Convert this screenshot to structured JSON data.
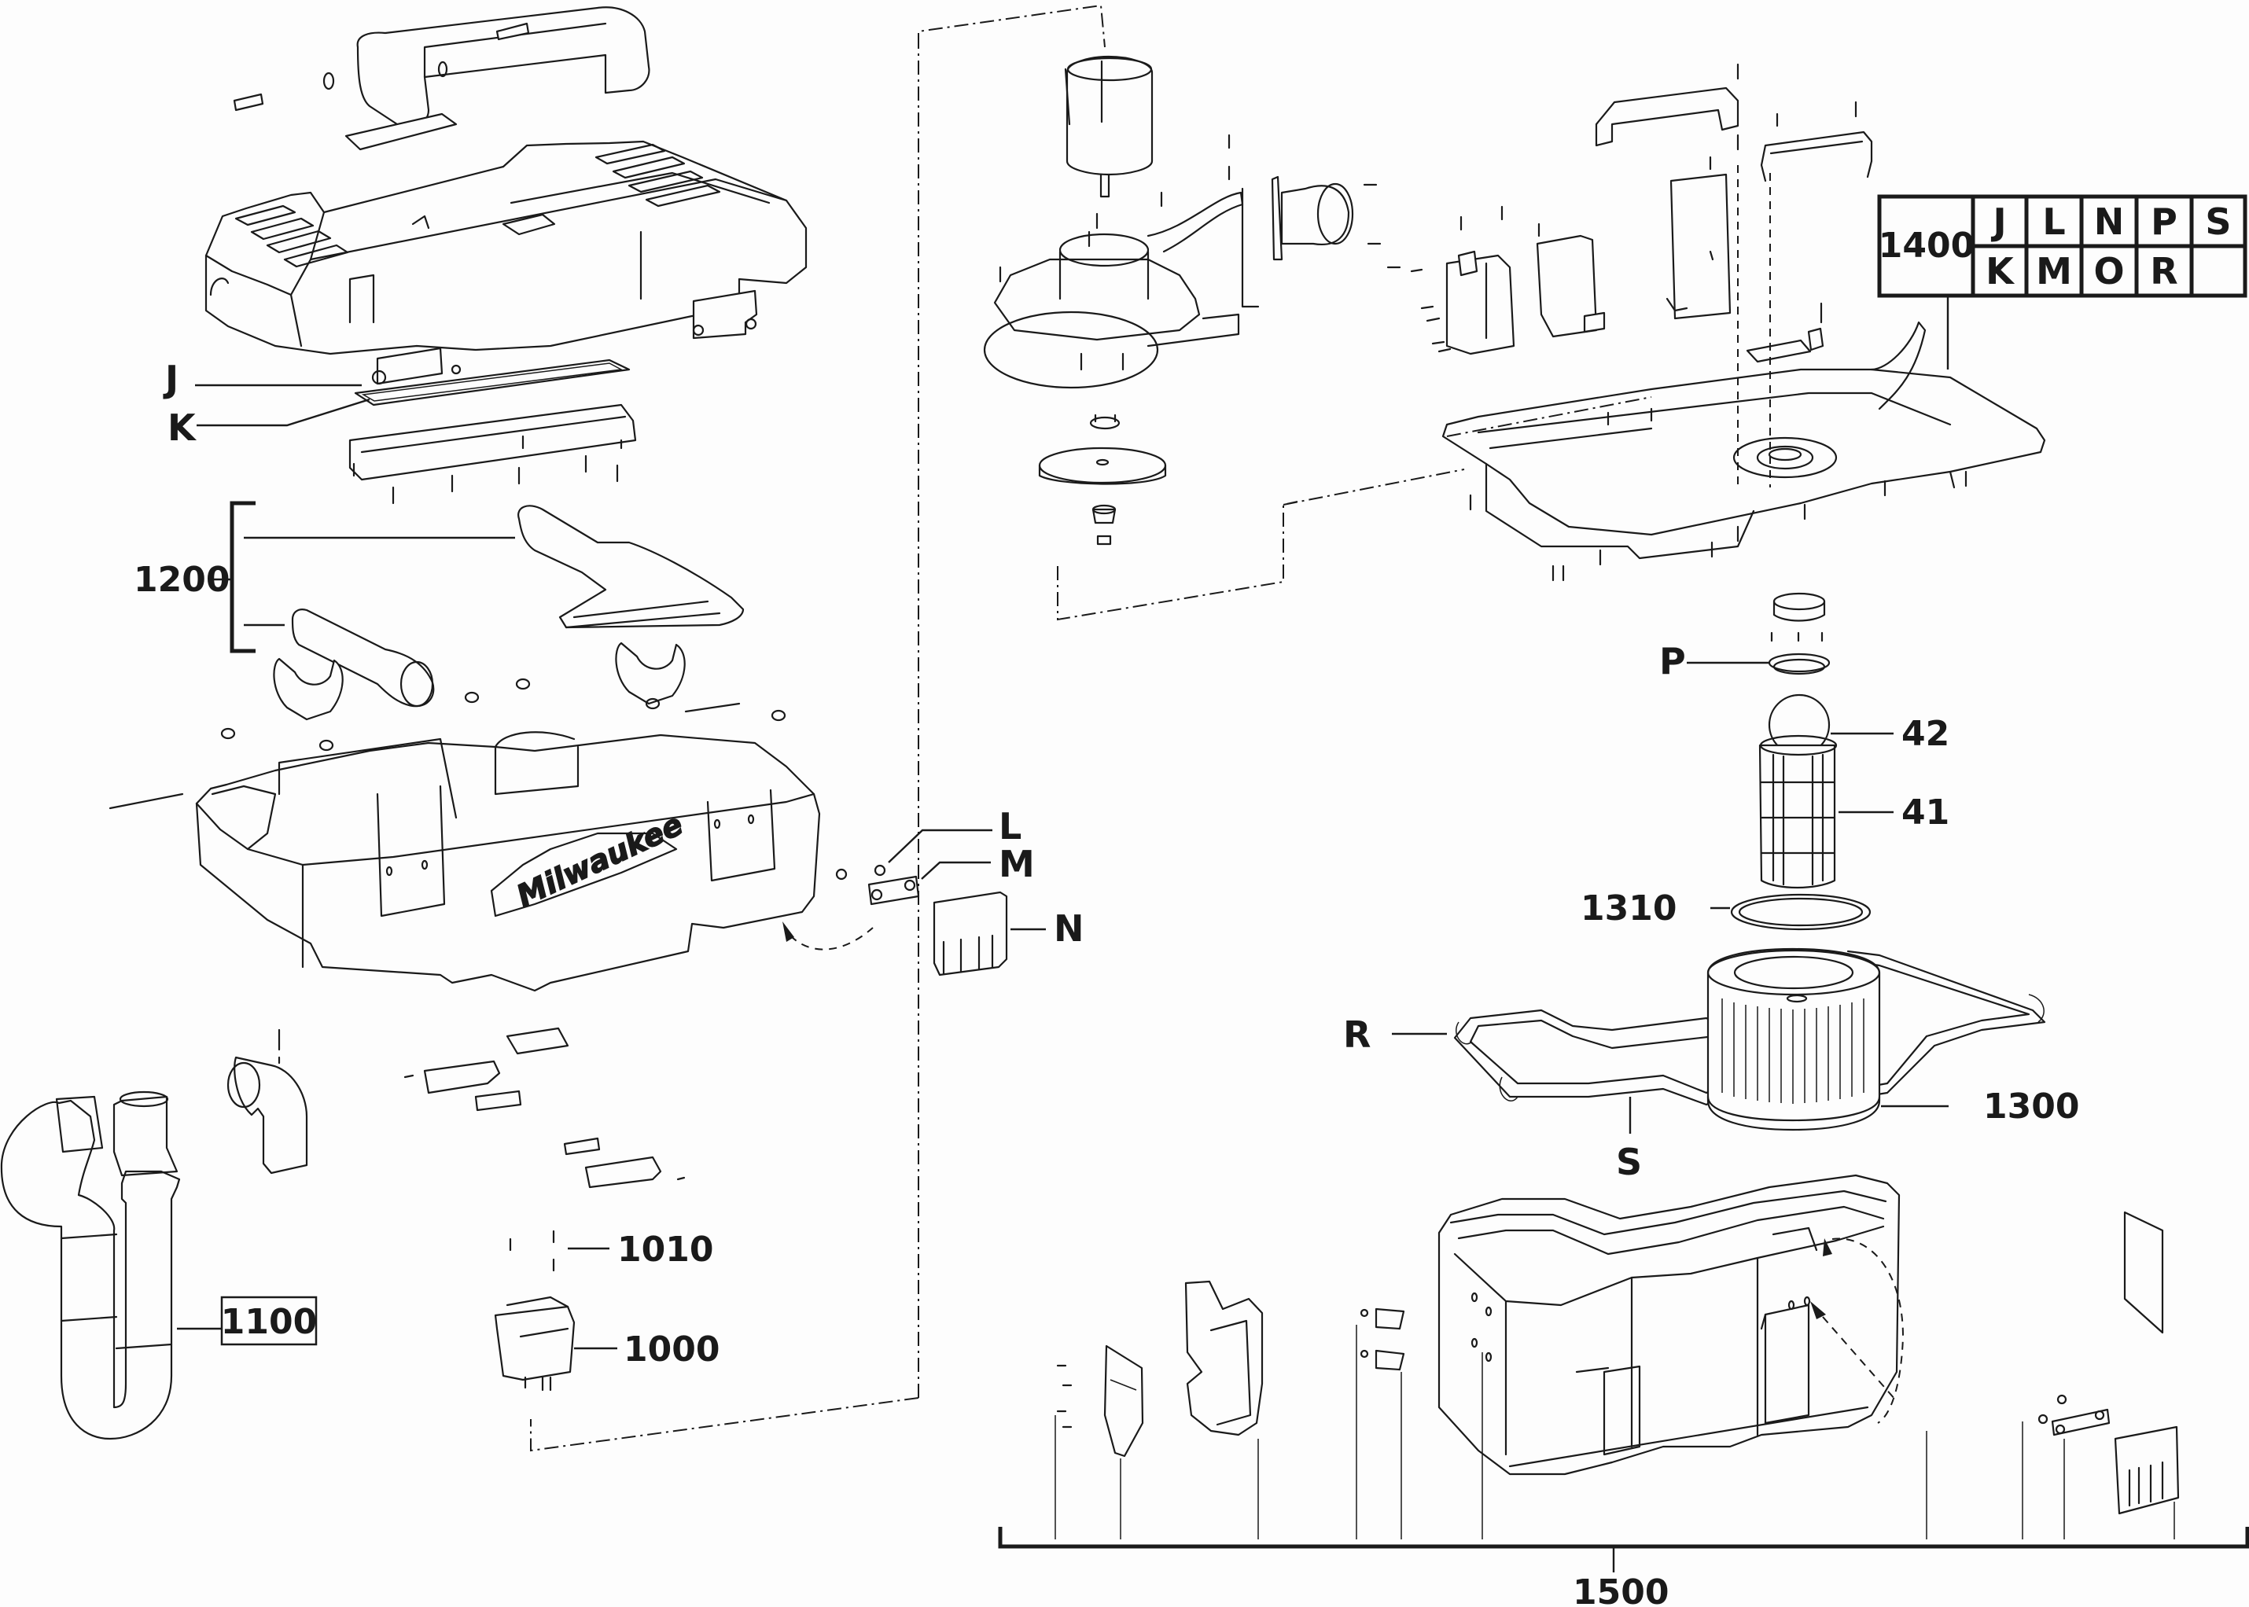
{
  "diagram": {
    "title": "Exploded parts view - wet/dry vacuum",
    "brand_logo_text": "Milwaukee",
    "callouts": {
      "J": "J",
      "K": "K",
      "L": "L",
      "M": "M",
      "N": "N",
      "P": "P",
      "R": "R",
      "S": "S",
      "p42": "42",
      "p41": "41",
      "p1000": "1000",
      "p1010": "1010",
      "p1100": "1100",
      "p1200": "1200",
      "p1300": "1300",
      "p1310": "1310",
      "p1500": "1500"
    },
    "kit_table": {
      "kit_number": "1400",
      "rows": [
        [
          "J",
          "L",
          "N",
          "P",
          "S"
        ],
        [
          "K",
          "M",
          "O",
          "R",
          ""
        ]
      ]
    }
  }
}
